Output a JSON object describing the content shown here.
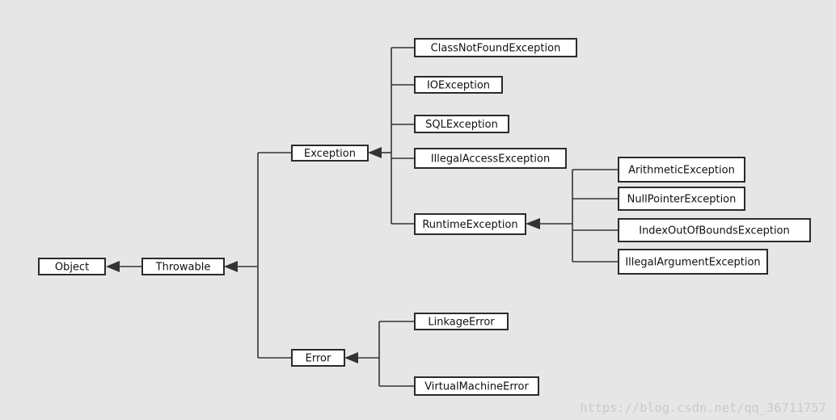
{
  "nodes": {
    "object": "Object",
    "throwable": "Throwable",
    "exception": "Exception",
    "error": "Error",
    "class_not_found": "ClassNotFoundException",
    "io": "IOException",
    "sql": "SQLException",
    "illegal_access": "IllegalAccessException",
    "runtime": "RuntimeException",
    "arithmetic": "ArithmeticException",
    "null_pointer": "NullPointerException",
    "index_out_of_bounds": "IndexOutOfBoundsException",
    "illegal_argument": "IllegalArgumentException",
    "linkage": "LinkageError",
    "virtual_machine": "VirtualMachineError"
  },
  "watermark": "https://blog.csdn.net/qq_36711757"
}
